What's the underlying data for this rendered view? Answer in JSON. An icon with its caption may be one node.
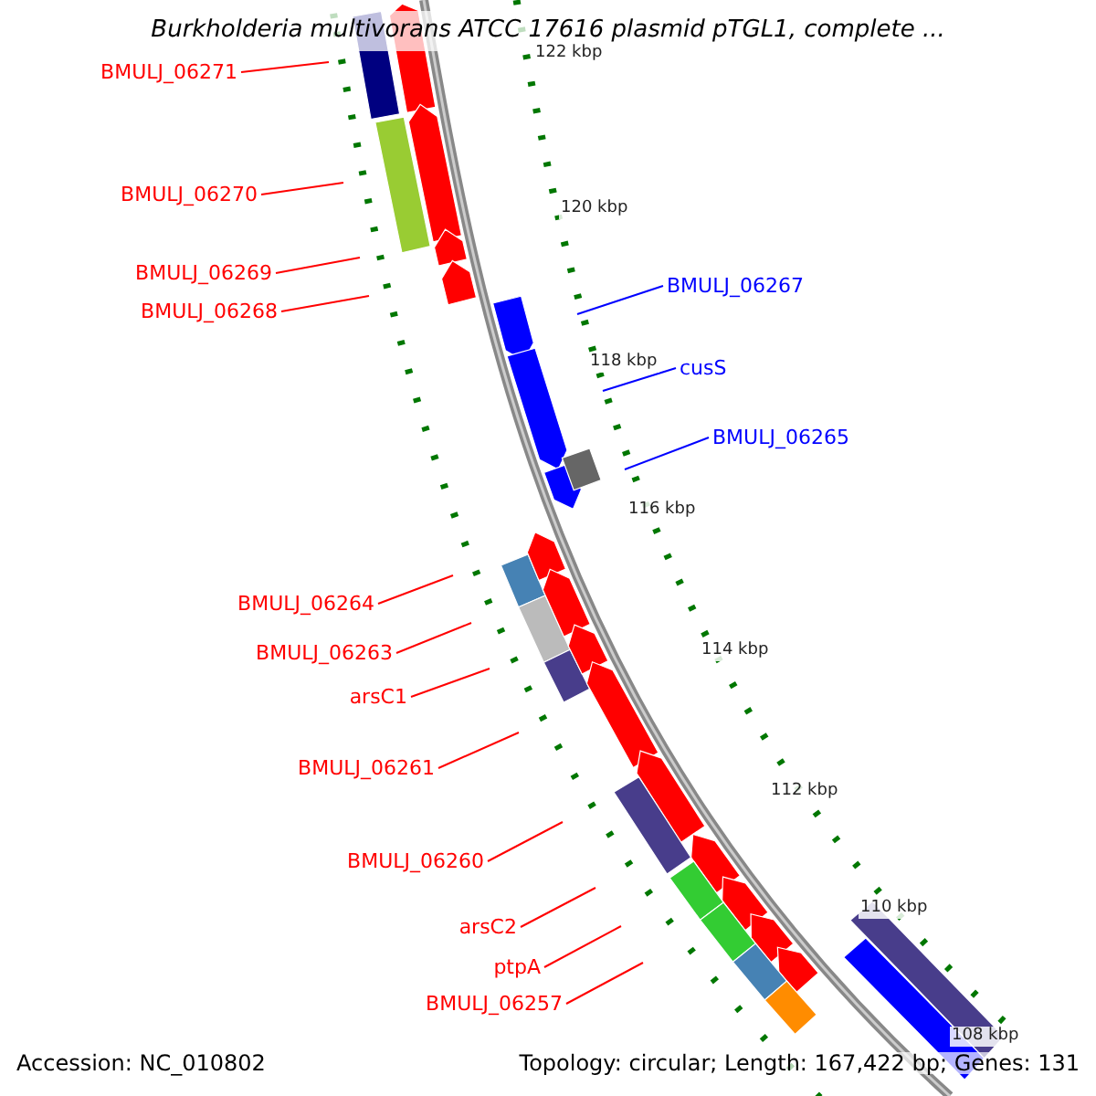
{
  "diagram": {
    "title": "Burkholderia multivorans ATCC 17616 plasmid pTGL1, complete ...",
    "nodes": [
      {
        "text": [
          "BMULJ_06271"
        ]
      },
      {
        "text": [
          "BMULJ_06270"
        ]
      },
      {
        "text": [
          "BMULJ_06269"
        ]
      },
      {
        "text": [
          "BMULJ_06268"
        ]
      },
      {
        "text": [
          "BMULJ_06267"
        ]
      },
      {
        "text": [
          "cusS"
        ]
      },
      {
        "text": [
          "BMULJ_06265"
        ]
      },
      {
        "text": [
          "BMULJ_06264"
        ]
      },
      {
        "text": [
          "BMULJ_06263"
        ]
      },
      {
        "text": [
          "arsC1"
        ]
      },
      {
        "text": [
          "BMULJ_06261"
        ]
      },
      {
        "text": [
          "BMULJ_06260"
        ]
      },
      {
        "text": [
          "arsC2"
        ]
      },
      {
        "text": [
          "ptpA"
        ]
      },
      {
        "text": [
          "BMULJ_06257"
        ]
      }
    ],
    "edges": [
      {
        "from": 0,
        "to": null,
        "arrow": "none"
      },
      {
        "from": 1,
        "to": null,
        "arrow": "none"
      },
      {
        "from": 2,
        "to": null,
        "arrow": "none"
      },
      {
        "from": 3,
        "to": null,
        "arrow": "none"
      },
      {
        "from": 4,
        "to": null,
        "arrow": "none",
        "color": "#0000ff"
      },
      {
        "from": 5,
        "to": null,
        "arrow": "none",
        "color": "#0000ff"
      },
      {
        "from": 6,
        "to": null,
        "arrow": "none",
        "color": "#0000ff"
      },
      {
        "from": 7,
        "to": null,
        "arrow": "none"
      },
      {
        "from": 8,
        "to": null,
        "arrow": "none"
      },
      {
        "from": 9,
        "to": null,
        "arrow": "none"
      },
      {
        "from": 10,
        "to": null,
        "arrow": "none"
      },
      {
        "from": 11,
        "to": null,
        "arrow": "none"
      },
      {
        "from": 12,
        "to": null,
        "arrow": "none"
      },
      {
        "from": 13,
        "to": null,
        "arrow": "none"
      },
      {
        "from": 14,
        "to": null,
        "arrow": "none"
      }
    ],
    "labels": [
      "122 kbp",
      "120 kbp",
      "118 kbp",
      "116 kbp",
      "114 kbp",
      "112 kbp",
      "110 kbp",
      "108 kbp",
      "Accession: NC_010802",
      "Topology: circular; Length: 167,422 bp; Genes: 131"
    ]
  }
}
